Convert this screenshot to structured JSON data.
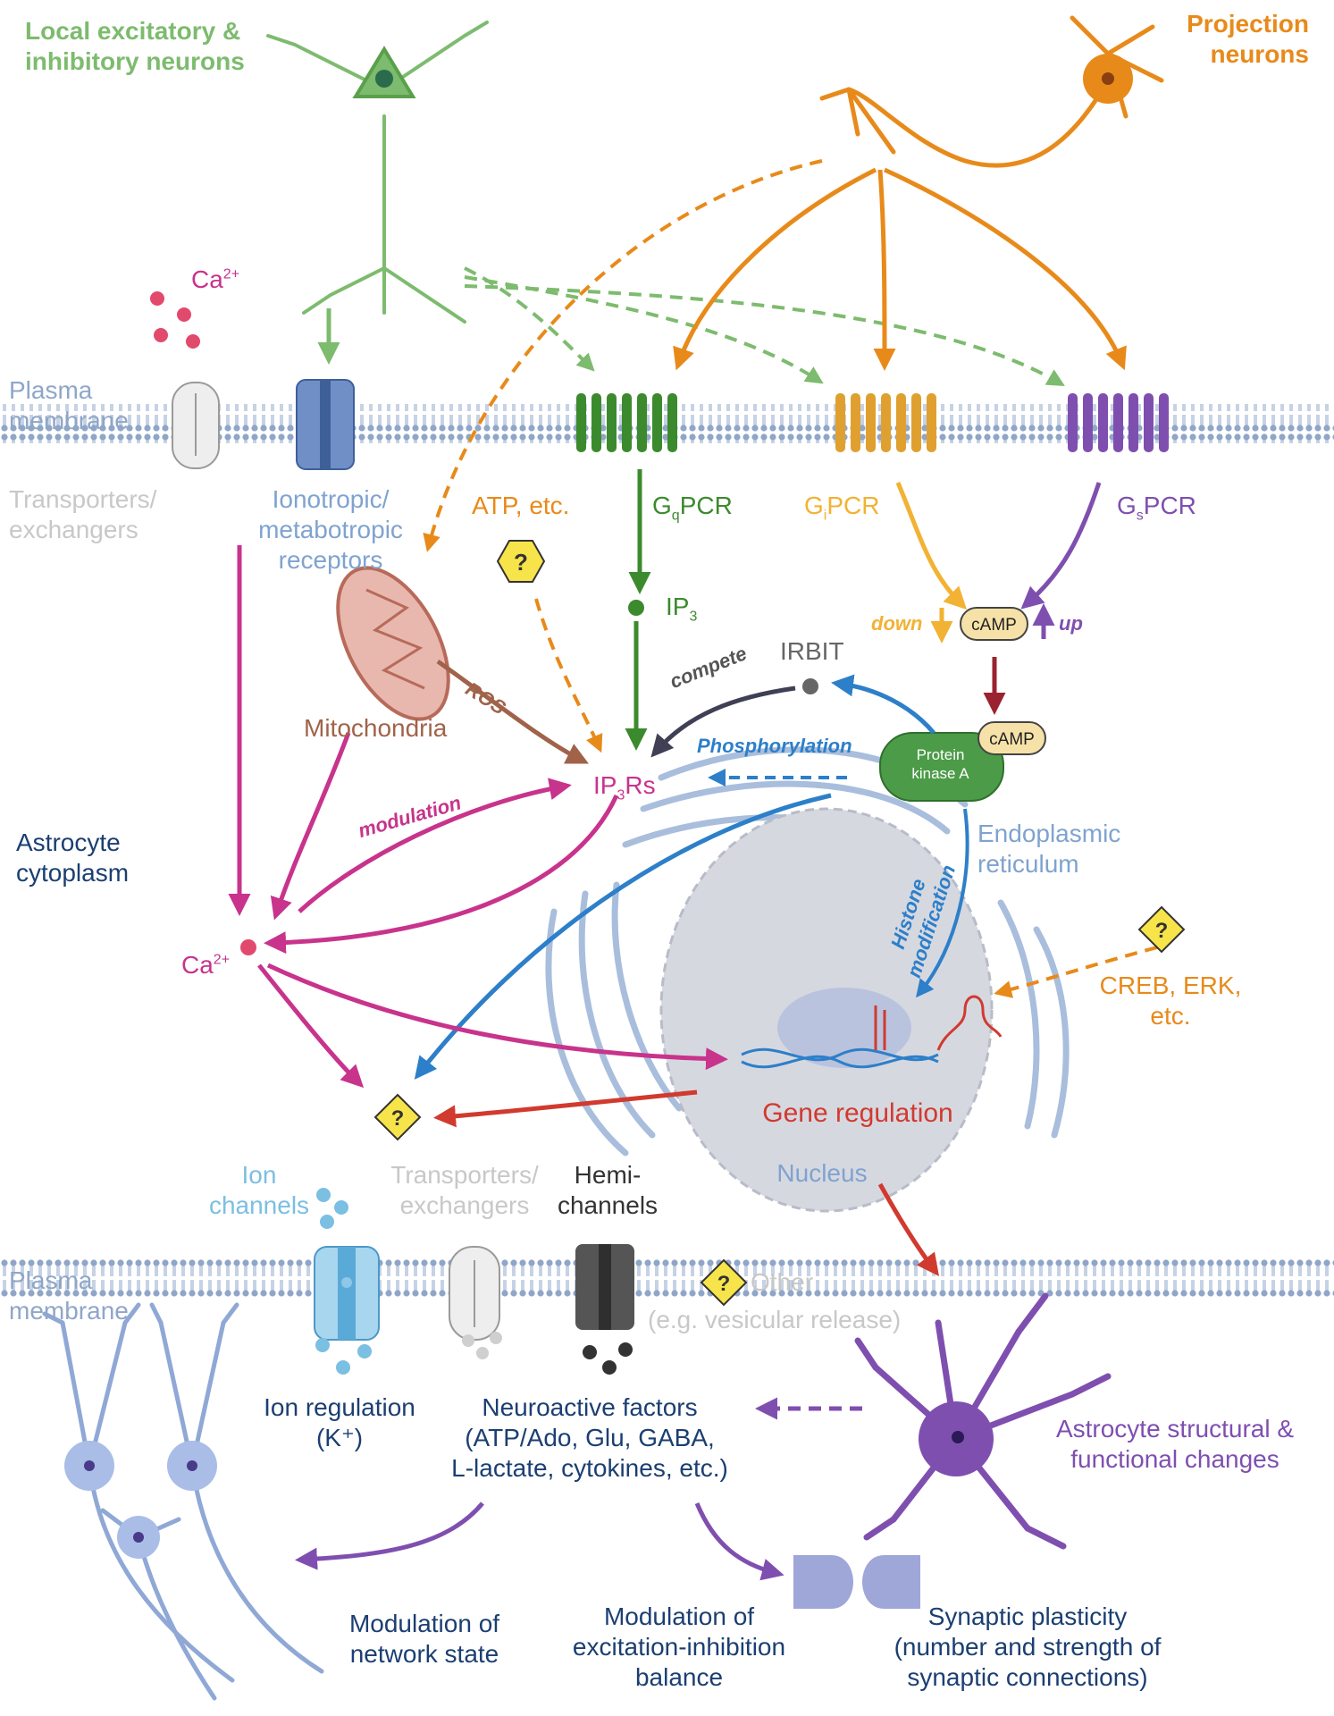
{
  "colors": {
    "green": "#7dbb6e",
    "dark_green": "#3c8a2e",
    "orange": "#e88a1a",
    "gold": "#f2b233",
    "purple": "#7f4fb0",
    "magenta": "#c8338c",
    "blue": "#2d7fc9",
    "navy": "#1b3f72",
    "light_blue": "#7fa3cf",
    "grey": "#c8c8c8",
    "brown": "#a0634a",
    "red": "#d13a2e"
  },
  "labels": {
    "local_neurons": "Local excitatory &\ninhibitory neurons",
    "projection_neurons": "Projection\nneurons",
    "ca_top": "Ca",
    "ca_sup": "2+",
    "plasma_membrane_top": "Plasma\nmembrane",
    "transporters_top": "Transporters/\nexchangers",
    "ionotropic": "Ionotropic/\nmetabotropic\nreceptors",
    "atp": "ATP, etc.",
    "gq": "G",
    "gq_sub": "q",
    "gq_tail": "PCR",
    "gi": "G",
    "gi_sub": "i",
    "gi_tail": "PCR",
    "gs": "G",
    "gs_sub": "s",
    "gs_tail": "PCR",
    "ip3": "IP",
    "ip3_sub": "3",
    "down": "down",
    "up": "up",
    "camp": "cAMP",
    "camp2": "cAMP",
    "pka": "Protein\nkinase A",
    "irbit": "IRBIT",
    "compete": "compete",
    "phosphorylation": "Phosphorylation",
    "ros": "ROS",
    "mitochondria": "Mitochondria",
    "ip3rs": "IP",
    "ip3rs_sub": "3",
    "ip3rs_tail": "Rs",
    "modulation": "modulation",
    "astro_cytoplasm": "Astrocyte\ncytoplasm",
    "er": "Endoplasmic\nreticulum",
    "histone": "Histone\nmodification",
    "ca_mid": "Ca",
    "ca_mid_sup": "2+",
    "creb": "CREB, ERK,\netc.",
    "gene_regulation": "Gene regulation",
    "nucleus": "Nucleus",
    "ion_channels": "Ion\nchannels",
    "transporters_bottom": "Transporters/\nexchangers",
    "hemichannels": "Hemi-\nchannels",
    "plasma_membrane_bottom": "Plasma\nmembrane",
    "other": "Other",
    "other_eg": "(e.g. vesicular release)",
    "ion_regulation": "Ion regulation\n(K⁺)",
    "neuroactive": "Neuroactive factors\n(ATP/Ado, Glu, GABA,\nL-lactate, cytokines, etc.)",
    "astro_changes": "Astrocyte structural &\nfunctional changes",
    "mod_network": "Modulation of\nnetwork state",
    "mod_ei": "Modulation of\nexcitation-inhibition\nbalance",
    "synaptic": "Synaptic plasticity\n(number and strength of\nsynaptic connections)",
    "question_mark": "?"
  }
}
